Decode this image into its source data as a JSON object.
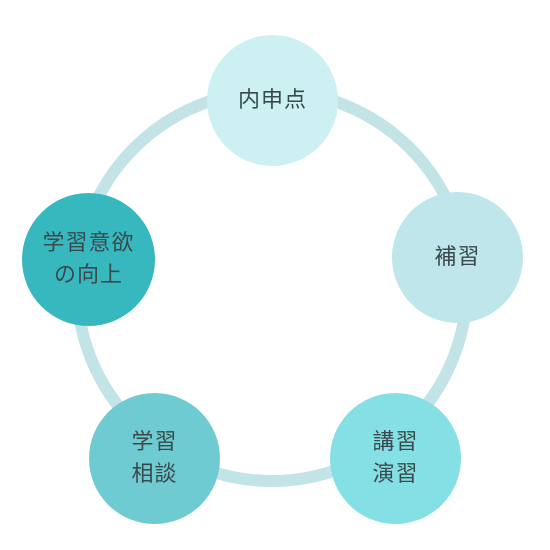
{
  "cycle": {
    "ring_color": "#c3e4e6",
    "nodes": [
      {
        "label": "内申点",
        "color": "#cdf0f3"
      },
      {
        "label": "補習",
        "color": "#bfe6ea"
      },
      {
        "label": "講習\n演習",
        "color": "#85e0e5"
      },
      {
        "label": "学習\n相談",
        "color": "#6ecbd1"
      },
      {
        "label": "学習意欲\nの向上",
        "color": "#37b8bf"
      }
    ]
  }
}
